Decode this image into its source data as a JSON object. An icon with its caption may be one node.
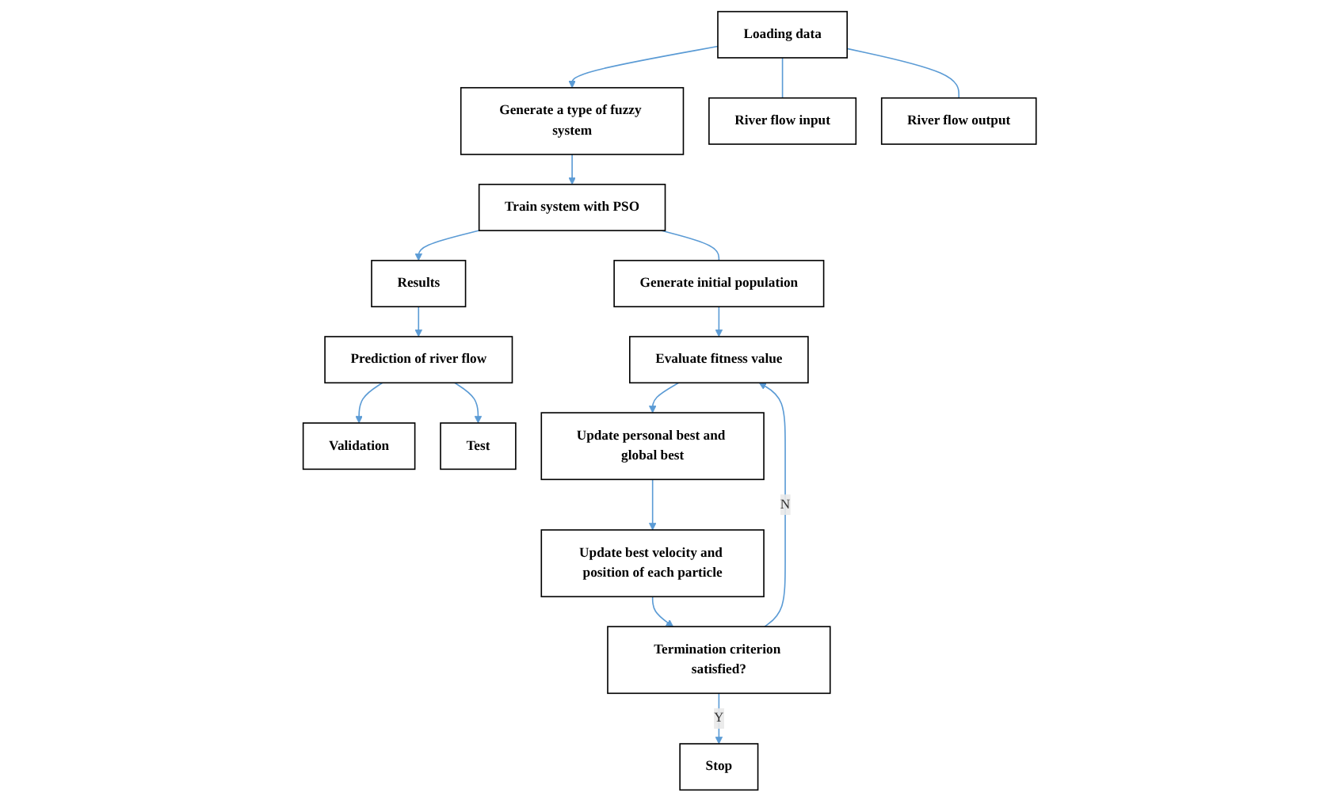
{
  "diagram": {
    "nodes": [
      {
        "text": [
          "Validation"
        ]
      },
      {
        "text": [
          "Test"
        ]
      },
      {
        "text": [
          "Prediction of river flow"
        ]
      },
      {
        "text": [
          "Loading data"
        ]
      },
      {
        "text": [
          "Generate a type of fuzzy system"
        ]
      },
      {
        "text": [
          "Results"
        ]
      },
      {
        "text": [
          "River flow input"
        ]
      },
      {
        "text": [
          "River flow output"
        ]
      },
      {
        "text": [
          "Train system with PSO"
        ]
      },
      {
        "text": [
          "Generate initial population"
        ]
      },
      {
        "text": [
          "Update best velocity and position of each particle"
        ]
      },
      {
        "text": [
          "Update personal best and global best"
        ]
      },
      {
        "text": [
          "Evaluate fitness value"
        ]
      },
      {
        "text": [
          "Termination criterion satisfied?"
        ]
      },
      {
        "text": [
          "Stop"
        ]
      }
    ],
    "edges": [
      {
        "from": 3,
        "to": 4,
        "arrow": "to"
      },
      {
        "from": 3,
        "to": 6,
        "arrow": "none"
      },
      {
        "from": 3,
        "to": 7,
        "arrow": "none"
      },
      {
        "from": 4,
        "to": 8,
        "arrow": "to"
      },
      {
        "from": 8,
        "to": 9,
        "arrow": "none"
      },
      {
        "from": 8,
        "to": 5,
        "arrow": "to"
      },
      {
        "from": 5,
        "to": 2,
        "arrow": "to"
      },
      {
        "from": 2,
        "to": 0,
        "arrow": "to"
      },
      {
        "from": 2,
        "to": 1,
        "arrow": "to"
      },
      {
        "from": 9,
        "to": 12,
        "arrow": "to"
      },
      {
        "from": 12,
        "to": 11,
        "arrow": "to"
      },
      {
        "from": 11,
        "to": 10,
        "arrow": "to"
      },
      {
        "from": 10,
        "to": 13,
        "arrow": "to"
      },
      {
        "from": 13,
        "to": 12,
        "arrow": "to",
        "label": "N"
      },
      {
        "from": 13,
        "to": 14,
        "arrow": "to",
        "label": "Y"
      }
    ]
  }
}
